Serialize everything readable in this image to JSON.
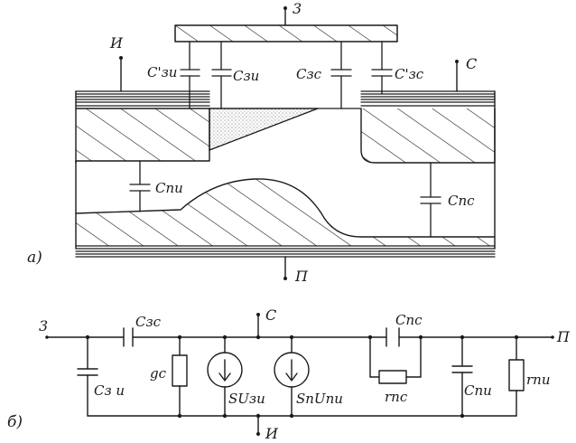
{
  "diagram": {
    "panel_a": {
      "panel_label": "а)",
      "terminals": {
        "gate": "3",
        "source": "И",
        "drain": "С",
        "substrate": "П"
      },
      "capacitors": {
        "c_gs_prime": "C'зи",
        "c_gs": "Cзи",
        "c_gd": "Cзс",
        "c_gd_prime": "C'зс",
        "c_bs": "Cпи",
        "c_bd": "Cпс"
      }
    },
    "panel_b": {
      "panel_label": "б)",
      "terminals": {
        "gate": "3",
        "drain": "С",
        "substrate": "П",
        "source": "И"
      },
      "elements": {
        "c_gd": "Cзс",
        "c_gs": "Cз и",
        "g_d": "gс",
        "src_gm": "SUзи",
        "src_gmb": "SпUпи",
        "c_bd": "Cпс",
        "r_bd": "rпс",
        "c_bs": "Cпи",
        "r_bs": "rпи"
      }
    },
    "colors": {
      "ink": "#1a1a1a",
      "paper": "#ffffff"
    }
  }
}
